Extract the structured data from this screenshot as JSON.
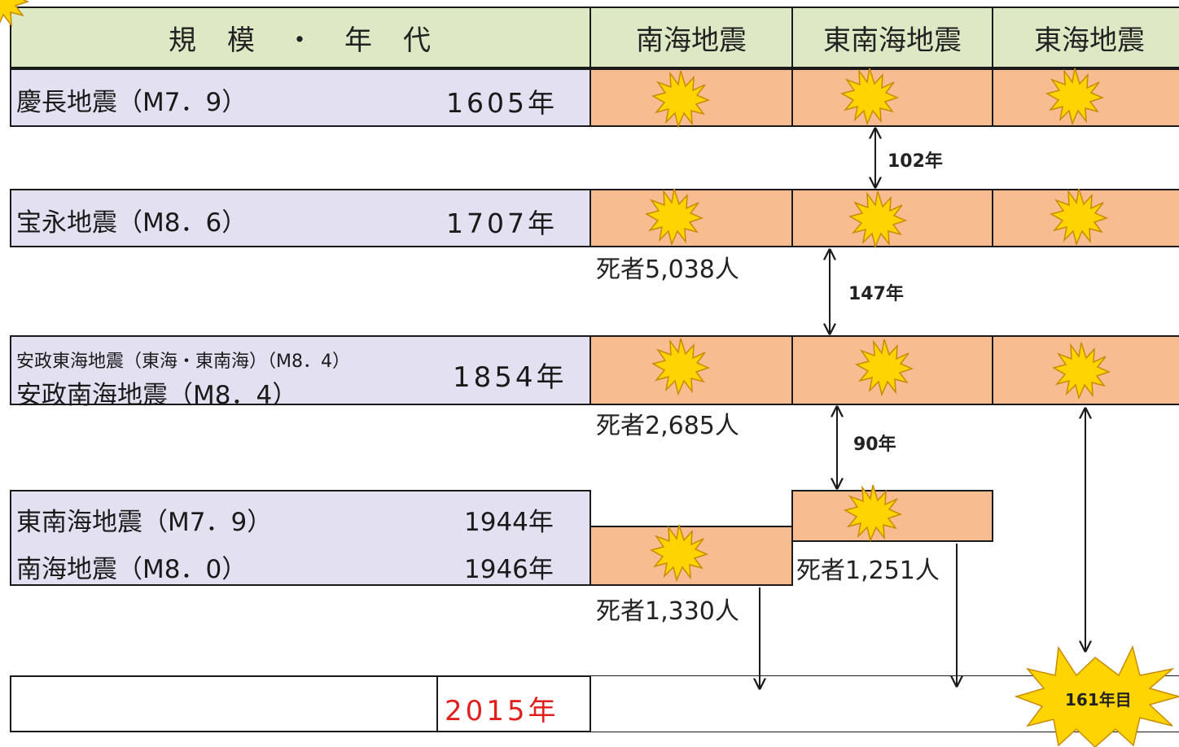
{
  "header": {
    "scale_era": "規　模　・　年　代",
    "nankai": "南海地震",
    "tonankai": "東南海地震",
    "tokai": "東海地震"
  },
  "rows": [
    {
      "name": "慶長地震（M7．9）",
      "year": "1605年"
    },
    {
      "name": "宝永地震（M8．6）",
      "year": "1707年"
    },
    {
      "name1": "安政東海地震（東海・東南海）（M8．4）",
      "name2": "安政南海地震（M8．4）",
      "year": "1854年"
    },
    {
      "name1": "東南海地震（M7．9）",
      "year1": "1944年",
      "name2": "南海地震（M8．0）",
      "year2": "1946年"
    }
  ],
  "deaths": {
    "hoei": "死者5,038人",
    "ansei": "死者2,685人",
    "showa_nankai": "死者1,330人",
    "showa_tonankai": "死者1,251人"
  },
  "intervals": {
    "i1": "102年",
    "i2": "147年",
    "i3": "90年"
  },
  "current_year": "2015年",
  "tokai_elapsed": "161年目",
  "colors": {
    "header_bg": "#dde8c4",
    "label_bg": "#e3e1f1",
    "event_bg": "#f8bc91",
    "burst": "#ffd400",
    "current_year": "#e0201e"
  }
}
